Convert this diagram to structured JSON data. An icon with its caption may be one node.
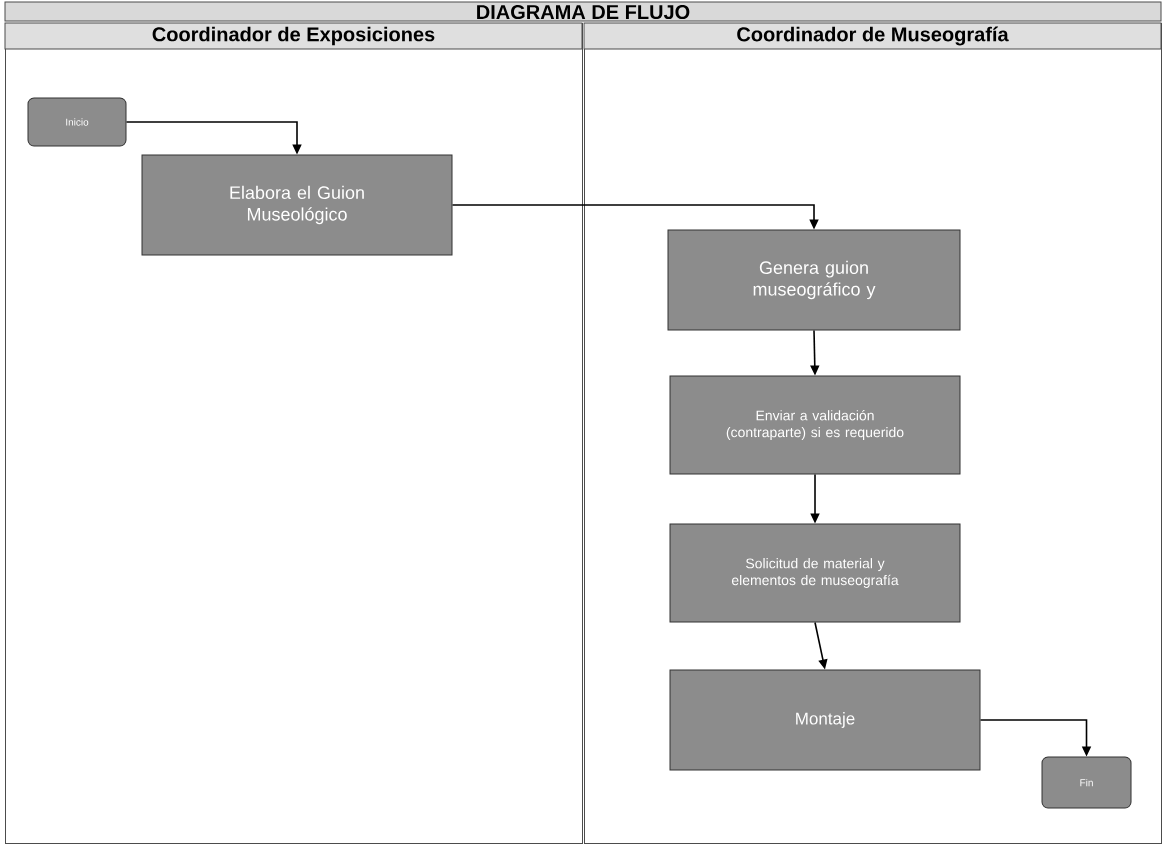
{
  "diagram": {
    "title": "DIAGRAMA DE FLUJO",
    "nodes": [
      {
        "text": [
          "Coordinador de Exposiciones"
        ]
      },
      {
        "text": [
          "Coordinador de Museografía"
        ]
      },
      {
        "text": [
          "Inicio"
        ],
        "in": 0
      },
      {
        "text": [
          "Elabora el Guion Museológico"
        ],
        "in": 0
      },
      {
        "text": [
          "Genera guion museográfico y"
        ],
        "in": 1
      },
      {
        "text": [
          "Enviar a validación (contraparte) si es requerido"
        ],
        "in": 1
      },
      {
        "text": [
          "Solicitud de material y elementos de museografía"
        ],
        "in": 1
      },
      {
        "text": [
          "Montaje"
        ],
        "in": 1
      },
      {
        "text": [
          "Fin"
        ],
        "in": 1
      }
    ],
    "edges": [
      {
        "from": 2,
        "to": 3,
        "arrow": "to"
      },
      {
        "from": 3,
        "to": 4,
        "arrow": "to"
      },
      {
        "from": 4,
        "to": 5,
        "arrow": "to"
      },
      {
        "from": 5,
        "to": 6,
        "arrow": "to"
      },
      {
        "from": 6,
        "to": 7,
        "arrow": "to"
      },
      {
        "from": 7,
        "to": 8,
        "arrow": "to"
      }
    ]
  }
}
